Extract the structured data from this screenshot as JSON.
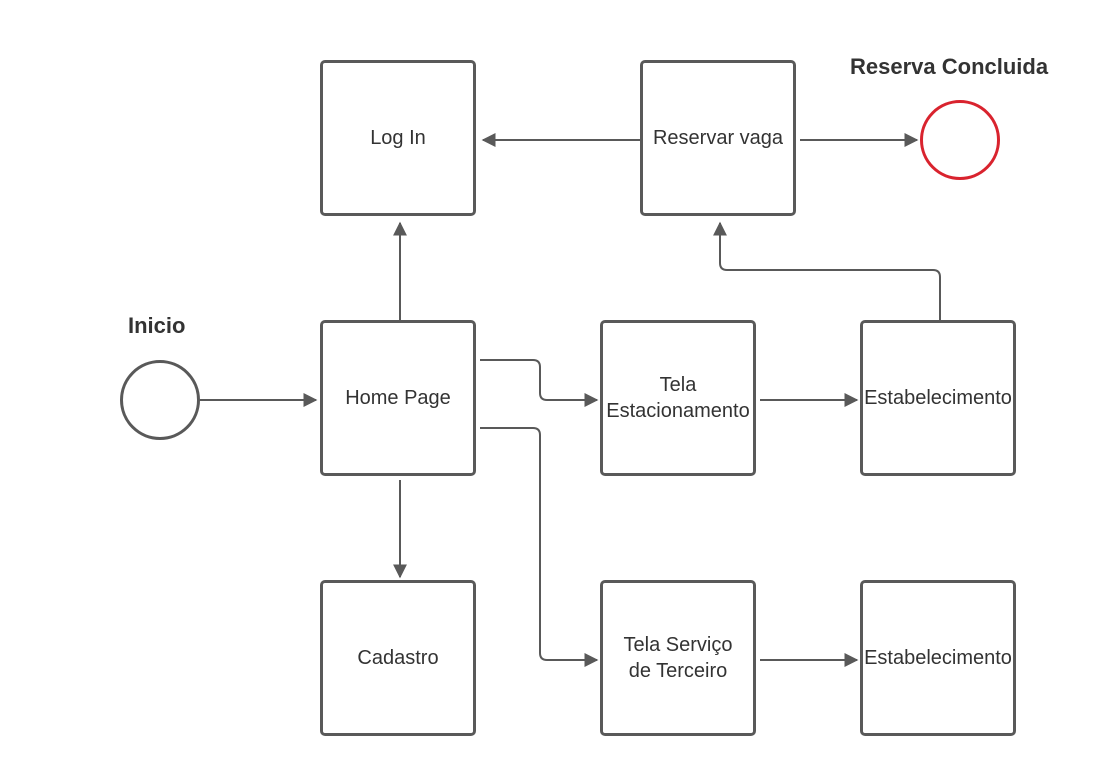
{
  "colors": {
    "stroke": "#595959",
    "text": "#333333",
    "end": "#d9232e"
  },
  "nodes": {
    "login": "Log In",
    "reservar": "Reservar vaga",
    "home": "Home Page",
    "estacionamento": "Tela\nEstacionamento",
    "estab1": "Estabelecimento",
    "cadastro": "Cadastro",
    "servico": "Tela Serviço\nde Terceiro",
    "estab2": "Estabelecimento"
  },
  "labels": {
    "start": "Inicio",
    "end": "Reserva Concluida"
  },
  "edges": [
    {
      "from": "start",
      "to": "home"
    },
    {
      "from": "home",
      "to": "login"
    },
    {
      "from": "reservar",
      "to": "login"
    },
    {
      "from": "reservar",
      "to": "end"
    },
    {
      "from": "home",
      "to": "estacionamento"
    },
    {
      "from": "home",
      "to": "servico"
    },
    {
      "from": "home",
      "to": "cadastro"
    },
    {
      "from": "estacionamento",
      "to": "estab1"
    },
    {
      "from": "servico",
      "to": "estab2"
    },
    {
      "from": "estab1",
      "to": "reservar"
    }
  ]
}
